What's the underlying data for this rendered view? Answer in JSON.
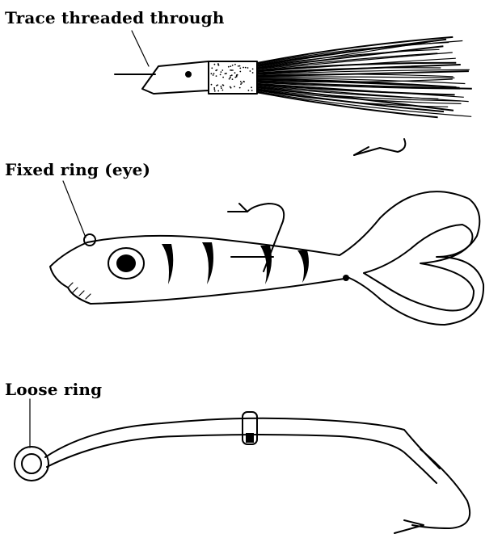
{
  "figures": [
    {
      "id": "lure-1",
      "label": "Trace threaded through",
      "icon": "trolling-lure-skirt-icon"
    },
    {
      "id": "lure-2",
      "label": "Fixed ring (eye)",
      "icon": "soft-plastic-fish-lure-icon"
    },
    {
      "id": "lure-3",
      "label": "Loose ring",
      "icon": "hook-with-loose-ring-icon"
    }
  ],
  "colors": {
    "ink": "#000000",
    "paper": "#ffffff"
  }
}
